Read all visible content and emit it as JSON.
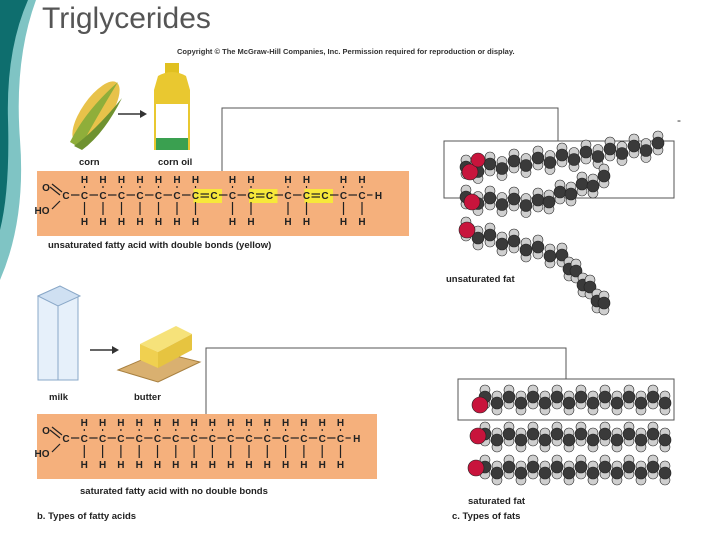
{
  "slide": {
    "title": "Triglycerides",
    "copyright": "Copyright © The McGraw-Hill Companies, Inc. Permission required for reproduction or display.",
    "stray_mark": "-"
  },
  "top": {
    "left_item_label": "corn",
    "right_item_label": "corn oil",
    "fatty_acid_caption": "unsaturated fatty acid with double bonds (yellow)",
    "fat_label": "unsaturated fat"
  },
  "bottom": {
    "left_item_label": "milk",
    "right_item_label": "butter",
    "fatty_acid_caption": "saturated fatty acid with no double bonds",
    "fat_label": "saturated fat",
    "panel_b_caption": "b. Types of fatty acids",
    "panel_c_caption": "c. Types of fats"
  },
  "chem": {
    "atom_H": "H",
    "atom_C": "C",
    "atom_O": "O",
    "group_HO": "HO",
    "double_bond_color": "#f7e83a"
  },
  "colors": {
    "accent_teal": "#0e6e6e",
    "accent_light_teal": "#7fc4c4",
    "band_orange": "#f5b07c",
    "oxygen_red": "#c8143c",
    "carbon_gray": "#3a3a3a",
    "hydrogen_light": "#cfcfcf"
  }
}
